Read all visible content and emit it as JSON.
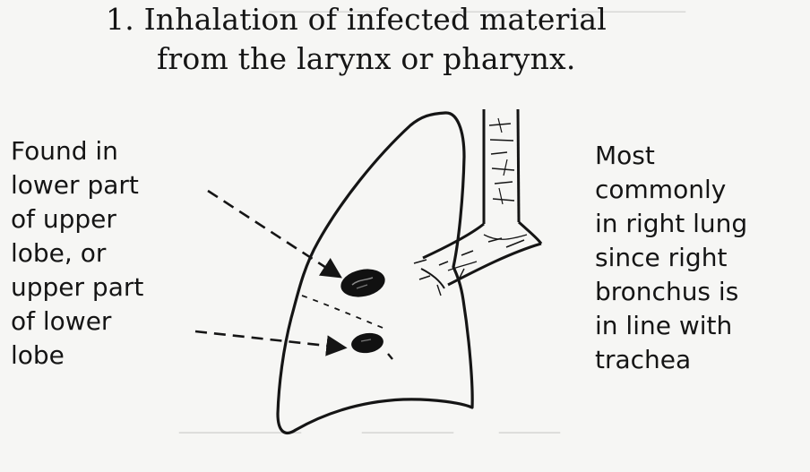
{
  "title": {
    "line1": "1. Inhalation of infected material",
    "line2": "from the larynx or pharynx."
  },
  "left_label": "Found in\nlower part\nof upper\nlobe, or\nupper part\nof lower\nlobe",
  "right_label": "Most\ncommonly\nin right lung\nsince right\nbronchus is\nin line with\ntrachea",
  "diagram": {
    "icons": [
      "lung-outline",
      "trachea",
      "bronchus",
      "lesion-upper",
      "lesion-lower",
      "dashed-arrow"
    ]
  }
}
